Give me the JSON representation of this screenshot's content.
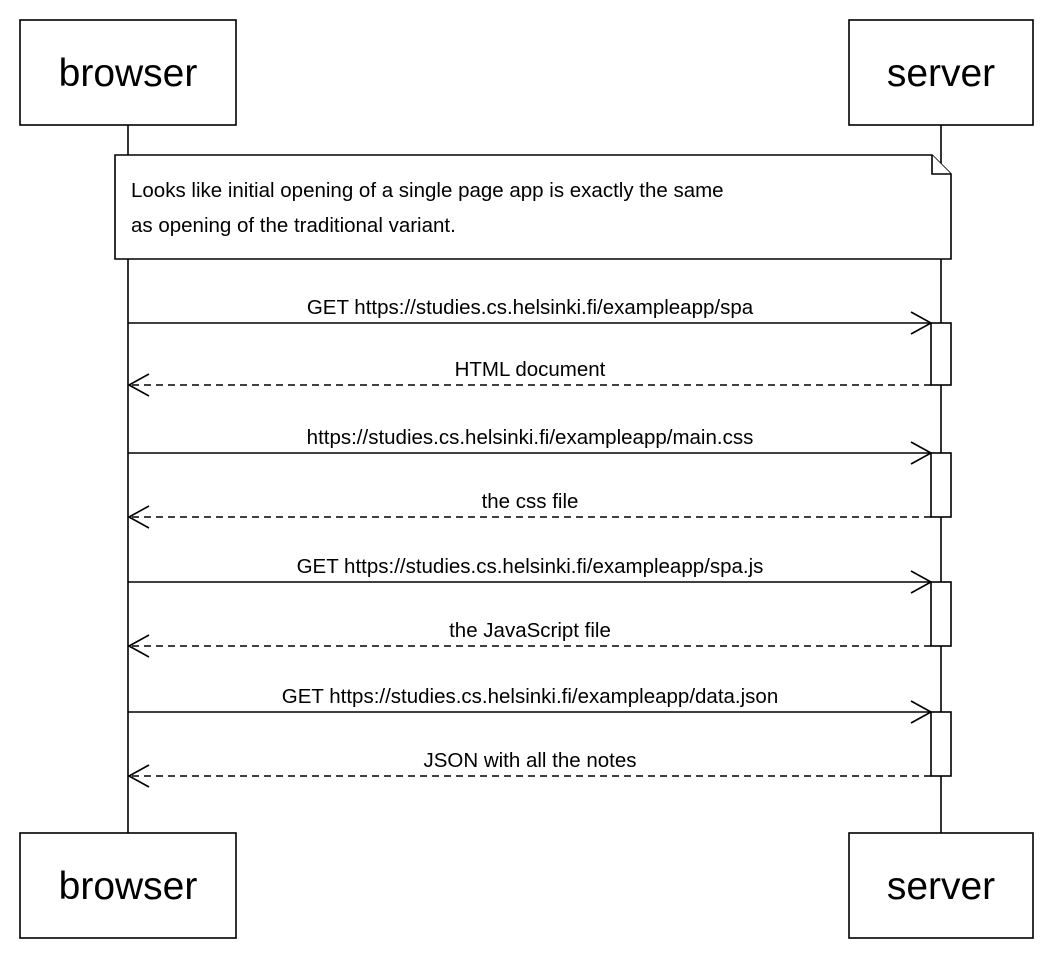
{
  "diagram": {
    "type": "sequence",
    "participants": [
      {
        "id": "browser",
        "label": "browser"
      },
      {
        "id": "server",
        "label": "server"
      }
    ],
    "note": {
      "over": [
        "browser",
        "server"
      ],
      "lines": [
        "Looks like initial opening of a single page app is exactly the same",
        "as opening of the traditional variant."
      ]
    },
    "messages": [
      {
        "from": "browser",
        "to": "server",
        "style": "solid",
        "label": "GET https://studies.cs.helsinki.fi/exampleapp/spa"
      },
      {
        "from": "server",
        "to": "browser",
        "style": "dashed",
        "label": "HTML document"
      },
      {
        "from": "browser",
        "to": "server",
        "style": "solid",
        "label": "https://studies.cs.helsinki.fi/exampleapp/main.css"
      },
      {
        "from": "server",
        "to": "browser",
        "style": "dashed",
        "label": "the css file"
      },
      {
        "from": "browser",
        "to": "server",
        "style": "solid",
        "label": "GET https://studies.cs.helsinki.fi/exampleapp/spa.js"
      },
      {
        "from": "server",
        "to": "browser",
        "style": "dashed",
        "label": "the JavaScript file"
      },
      {
        "from": "browser",
        "to": "server",
        "style": "solid",
        "label": "GET https://studies.cs.helsinki.fi/exampleapp/data.json"
      },
      {
        "from": "server",
        "to": "browser",
        "style": "dashed",
        "label": "JSON with all the notes"
      }
    ]
  }
}
